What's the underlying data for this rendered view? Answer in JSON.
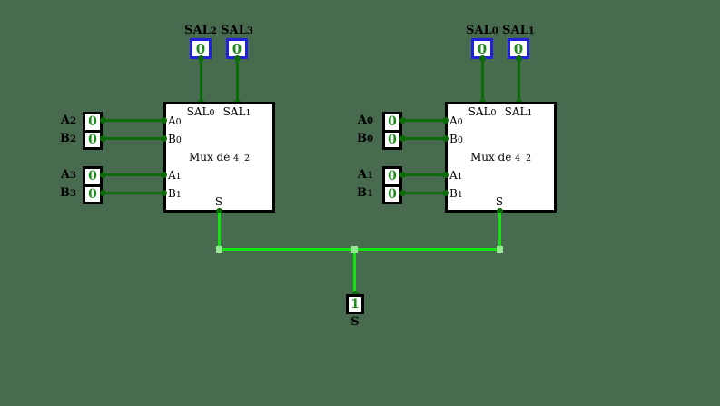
{
  "colors": {
    "canvas_bg": "#486B50",
    "wire_low": "#0A6B08",
    "wire_high": "#12E412",
    "wire_marker": "#94E894",
    "out_border": "#2222DC",
    "val_green": "#1B8C1B"
  },
  "muxes": [
    {
      "title": "Mux de 4_2",
      "top_ports": [
        "SAL0",
        "SAL1"
      ],
      "left_ports": [
        "A0",
        "B0",
        "A1",
        "B1"
      ],
      "bottom_port": "S"
    },
    {
      "title": "Mux de 4_2",
      "top_ports": [
        "SAL0",
        "SAL1"
      ],
      "left_ports": [
        "A0",
        "B0",
        "A1",
        "B1"
      ],
      "bottom_port": "S"
    }
  ],
  "output_pins": [
    {
      "label": "SAL2",
      "value": "0"
    },
    {
      "label": "SAL3",
      "value": "0"
    },
    {
      "label": "SAL0",
      "value": "0"
    },
    {
      "label": "SAL1",
      "value": "0"
    }
  ],
  "input_pins": [
    {
      "label": "A2",
      "value": "0"
    },
    {
      "label": "B2",
      "value": "0"
    },
    {
      "label": "A3",
      "value": "0"
    },
    {
      "label": "B3",
      "value": "0"
    },
    {
      "label": "A0",
      "value": "0"
    },
    {
      "label": "B0",
      "value": "0"
    },
    {
      "label": "A1",
      "value": "0"
    },
    {
      "label": "B1",
      "value": "0"
    }
  ],
  "select_pin": {
    "label": "S",
    "value": "1"
  }
}
